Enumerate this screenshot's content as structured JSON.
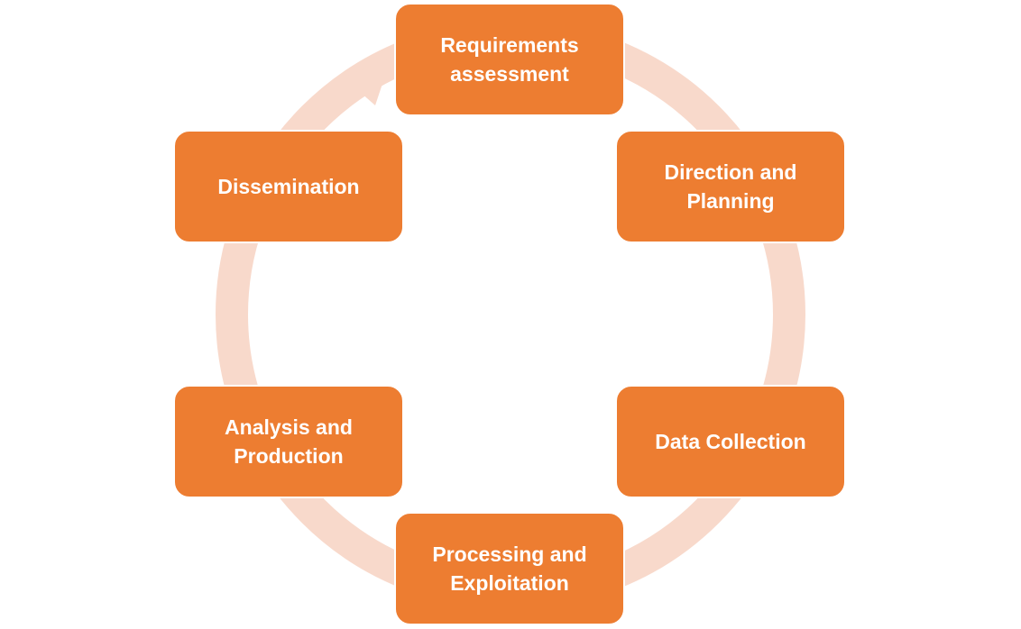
{
  "colors": {
    "node_fill": "#ED7D31",
    "node_text": "#FFFFFF",
    "cycle_ring": "#F8D9CB"
  },
  "cycle": {
    "direction": "clockwise",
    "arrow_icon": "cycle-arrow-icon",
    "steps": [
      {
        "label": "Requirements\nassessment"
      },
      {
        "label": "Direction and\nPlanning"
      },
      {
        "label": "Data Collection"
      },
      {
        "label": "Processing and\nExploitation"
      },
      {
        "label": "Analysis and\nProduction"
      },
      {
        "label": "Dissemination"
      }
    ]
  }
}
